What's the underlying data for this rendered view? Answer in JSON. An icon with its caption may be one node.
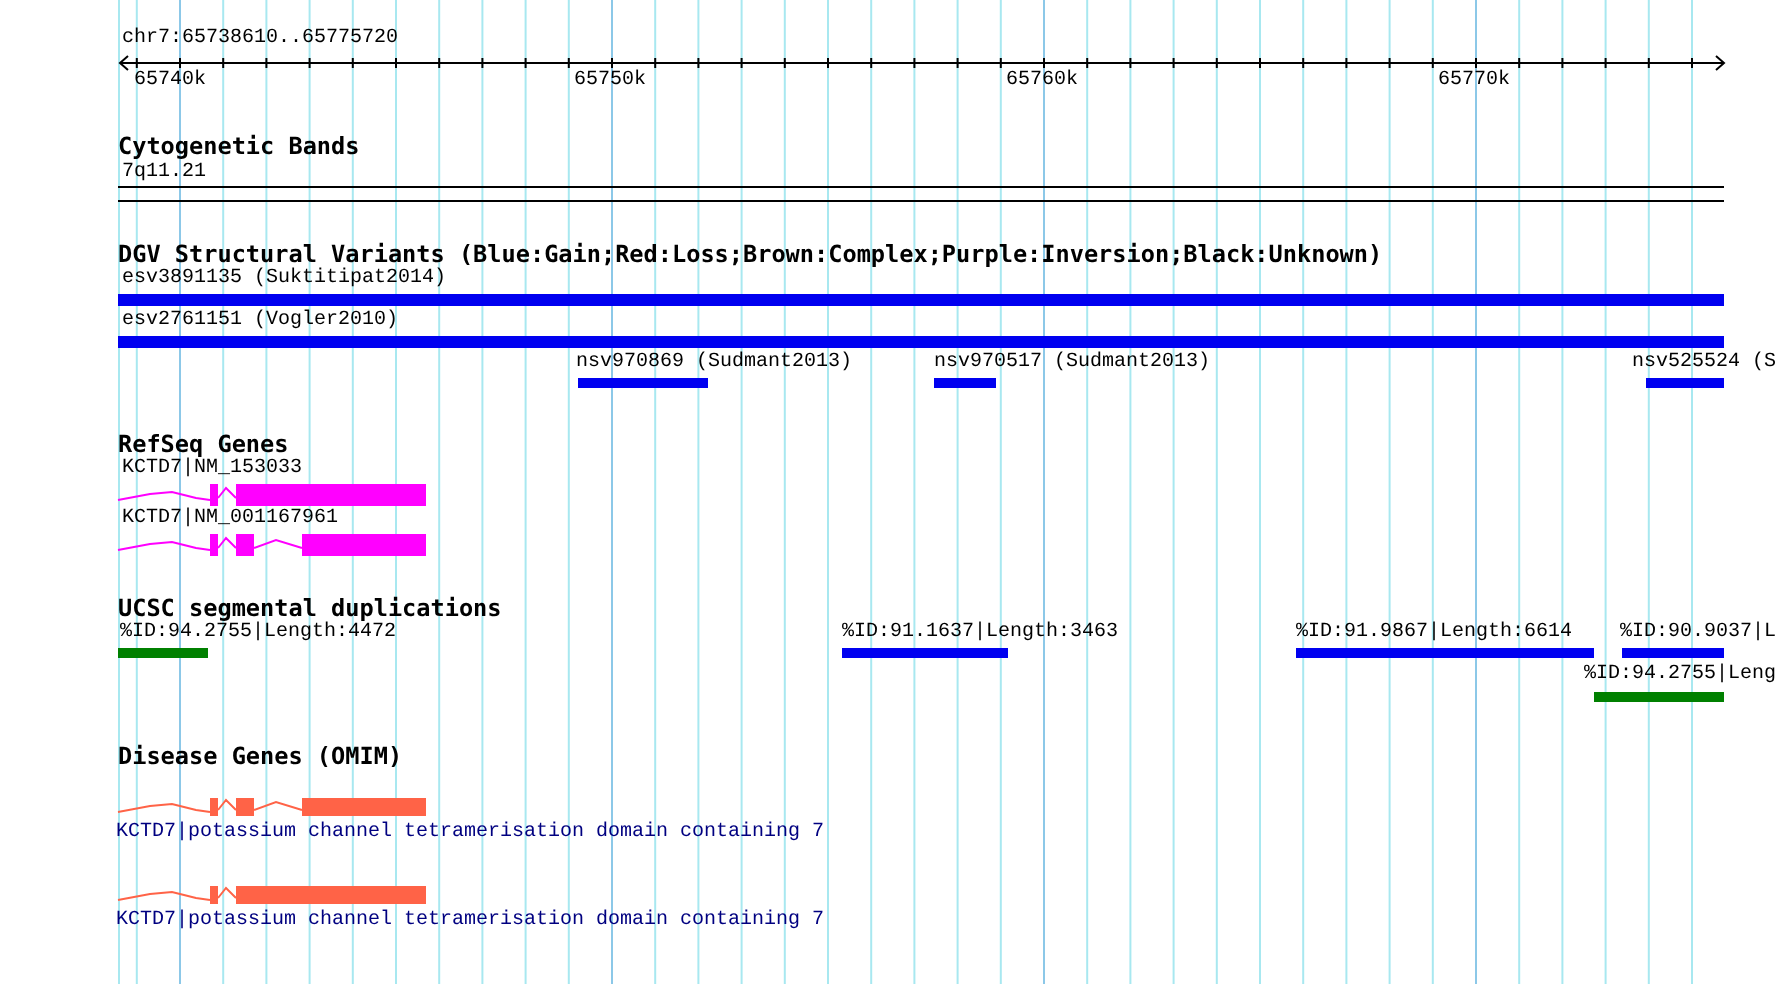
{
  "diagram": {
    "nodes": [
      {
        "text": [
          "esv3891135 (Suktitipat2014)"
        ]
      },
      {
        "text": [
          "esv2761151 (Vogler2010)"
        ]
      },
      {
        "text": [
          "nsv970869 (Sudmant2013)"
        ]
      },
      {
        "text": [
          "nsv970517 (Sudmant2013)"
        ]
      },
      {
        "text": [
          "nsv525524 (S"
        ]
      },
      {
        "text": [
          "KCTD7|NM_153033"
        ]
      },
      {
        "text": [
          "KCTD7|NM_001167961"
        ]
      },
      {
        "text": [
          "%ID:94.2755|Length:4472"
        ]
      },
      {
        "text": [
          "%ID:91.1637|Length:3463"
        ]
      },
      {
        "text": [
          "%ID:91.9867|Length:6614"
        ]
      },
      {
        "text": [
          "%ID:90.9037|L"
        ]
      },
      {
        "text": [
          "%ID:94.2755|Leng"
        ]
      },
      {
        "text": [
          "KCTD7|potassium channel tetramerisation domain containing 7"
        ]
      },
      {
        "text": [
          "KCTD7|potassium channel tetramerisation domain containing 7"
        ]
      }
    ],
    "labels": [
      "chr7:65738610..65775720",
      "65740k",
      "65750k",
      "65760k",
      "65770k",
      "Cytogenetic Bands",
      "7q11.21",
      "DGV Structural Variants (Blue:Gain;Red:Loss;Brown:Complex;Purple:Inversion;Black:Unknown)",
      "RefSeq Genes",
      "UCSC segmental duplications",
      "Disease Genes (OMIM)"
    ]
  }
}
